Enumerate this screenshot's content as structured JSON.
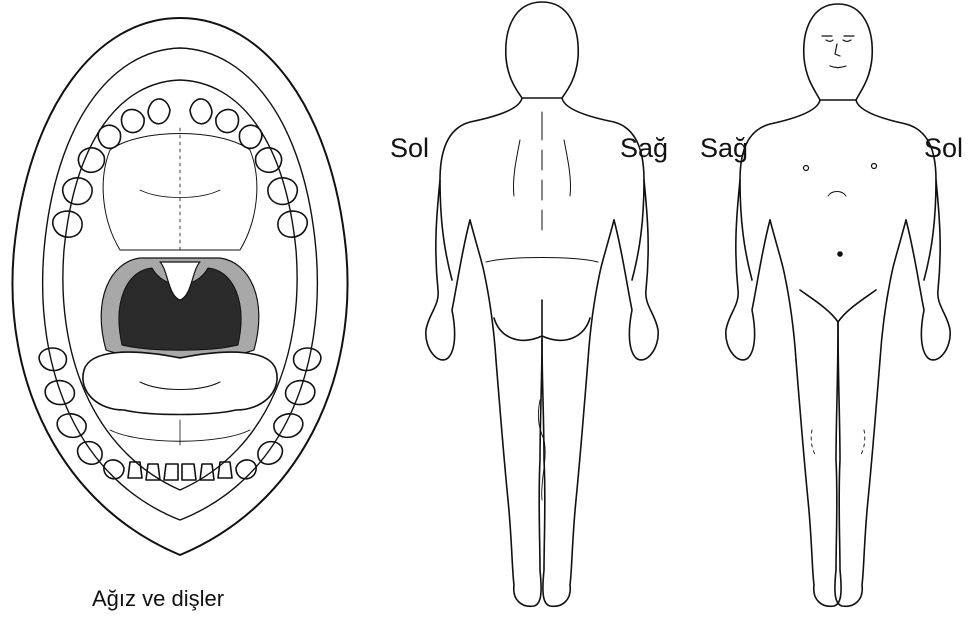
{
  "mouth": {
    "caption": "Ağız ve dişler"
  },
  "back_view": {
    "left_label": "Sol",
    "right_label": "Sağ"
  },
  "front_view": {
    "left_label": "Sağ",
    "right_label": "Sol"
  },
  "colors": {
    "line": "#111111",
    "throat_dark": "#2b2b2b",
    "throat_gray": "#a8a8a8"
  }
}
